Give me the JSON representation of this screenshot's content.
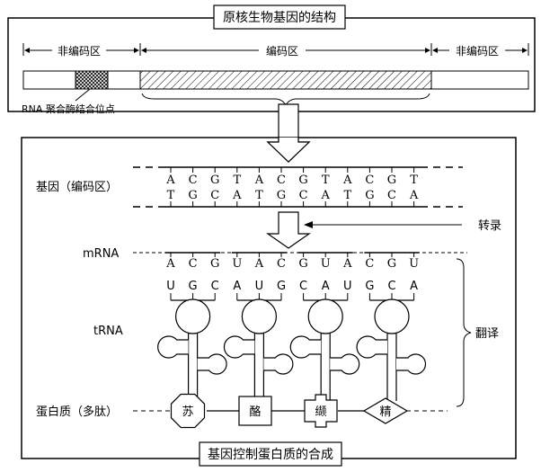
{
  "top_title": "原核生物基因的结构",
  "noncoding_left": "非编码区",
  "coding": "编码区",
  "noncoding_right": "非编码区",
  "rnap_site": "RNA 聚合酶结合位点",
  "gene_label": "基因（编码区）",
  "dna_top": [
    "A",
    "C",
    "G",
    "T",
    "A",
    "C",
    "G",
    "T",
    "A",
    "C",
    "G",
    "T"
  ],
  "dna_bottom": [
    "T",
    "G",
    "C",
    "A",
    "T",
    "G",
    "C",
    "A",
    "T",
    "G",
    "C",
    "A"
  ],
  "transcription": "转录",
  "mrna_label": "mRNA",
  "mrna": [
    "A",
    "C",
    "G",
    "U",
    "A",
    "C",
    "G",
    "U",
    "A",
    "C",
    "G",
    "U"
  ],
  "anticodons": [
    "U",
    "G",
    "C",
    "A",
    "U",
    "G",
    "C",
    "A",
    "U",
    "G",
    "C",
    "A"
  ],
  "trna_label": "tRNA",
  "translation": "翻译",
  "protein_label": "蛋白质（多肽）",
  "amino_acids": [
    "苏",
    "酪",
    "缬",
    "精"
  ],
  "bottom_title": "基因控制蛋白质的合成"
}
